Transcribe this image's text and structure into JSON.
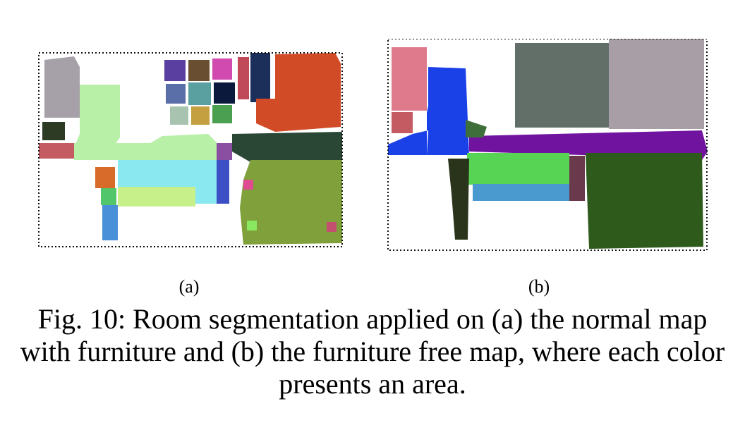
{
  "figure": {
    "subfigures": [
      {
        "label": "(a)"
      },
      {
        "label": "(b)"
      }
    ],
    "caption": "Fig. 10: Room segmentation applied on (a) the normal map with furniture and (b) the furniture free map, where each color presents an area."
  },
  "colors": {
    "map_a": [
      "#a6a0a8",
      "#b8f0a8",
      "#2d3a24",
      "#c45a62",
      "#d86a2a",
      "#3d4ea0",
      "#8a4fa0",
      "#2a4736",
      "#d24b27",
      "#8ae8f0",
      "#3c4fc4",
      "#7fa03a",
      "#c8f08a",
      "#4a90d8",
      "#5aa0a0",
      "#0b1a3c"
    ],
    "map_b": [
      "#de7a8c",
      "#1a40e8",
      "#626e68",
      "#a89ea6",
      "#7014a0",
      "#58d454",
      "#4a9ad0",
      "#2e5a1c",
      "#2a341a",
      "#6a3a4c"
    ]
  }
}
